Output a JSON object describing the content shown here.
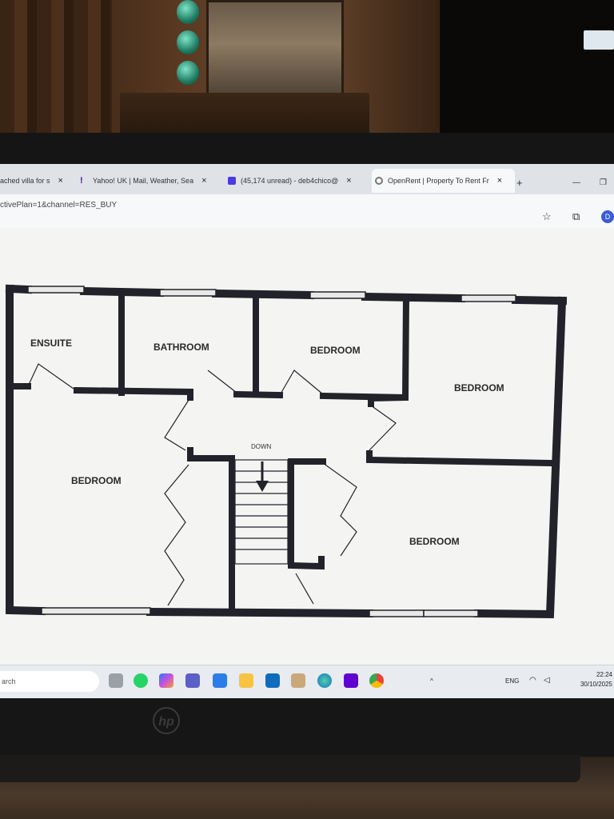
{
  "browser": {
    "tabs": [
      {
        "title": "ached villa for s",
        "close": "×",
        "icon": "house-favicon"
      },
      {
        "title": "Yahoo! UK | Mail, Weather, Sea",
        "close": "×",
        "icon": "yahoo-favicon"
      },
      {
        "title": "(45,174 unread) - deb4chico@",
        "close": "×",
        "icon": "mail-favicon"
      },
      {
        "title": "OpenRent | Property To Rent Fr",
        "close": "×",
        "icon": "chrome-favicon"
      }
    ],
    "new_tab": "+",
    "minimize": "—",
    "restore": "❐",
    "url": "ctivePlan=1&channel=RES_BUY",
    "bookmark_icon": "☆",
    "extensions_icon": "⧉",
    "profile_initial": "D"
  },
  "floorplan": {
    "rooms": {
      "ensuite": "ENSUITE",
      "bathroom": "BATHROOM",
      "bedroom_top": "BEDROOM",
      "bedroom_right": "BEDROOM",
      "bedroom_left": "BEDROOM",
      "bedroom_bottom_right": "BEDROOM"
    },
    "stairs_label": "DOWN"
  },
  "taskbar": {
    "search_text": "arch",
    "tray_lang": "ENG",
    "time": "22:24",
    "date": "30/10/2025",
    "icons": [
      "task-view-icon",
      "whatsapp-icon",
      "copilot-icon",
      "teams-icon",
      "store-icon",
      "file-explorer-icon",
      "outlook-icon",
      "gallery-icon",
      "edge-icon",
      "yahoo-icon",
      "chrome-icon"
    ]
  },
  "laptop": {
    "brand": "hp"
  },
  "colors": {
    "wall": "#22232a",
    "plan_bg": "#f4f5f3",
    "taskbar": "#e8ebef",
    "tabstrip": "#dfe3e8"
  }
}
